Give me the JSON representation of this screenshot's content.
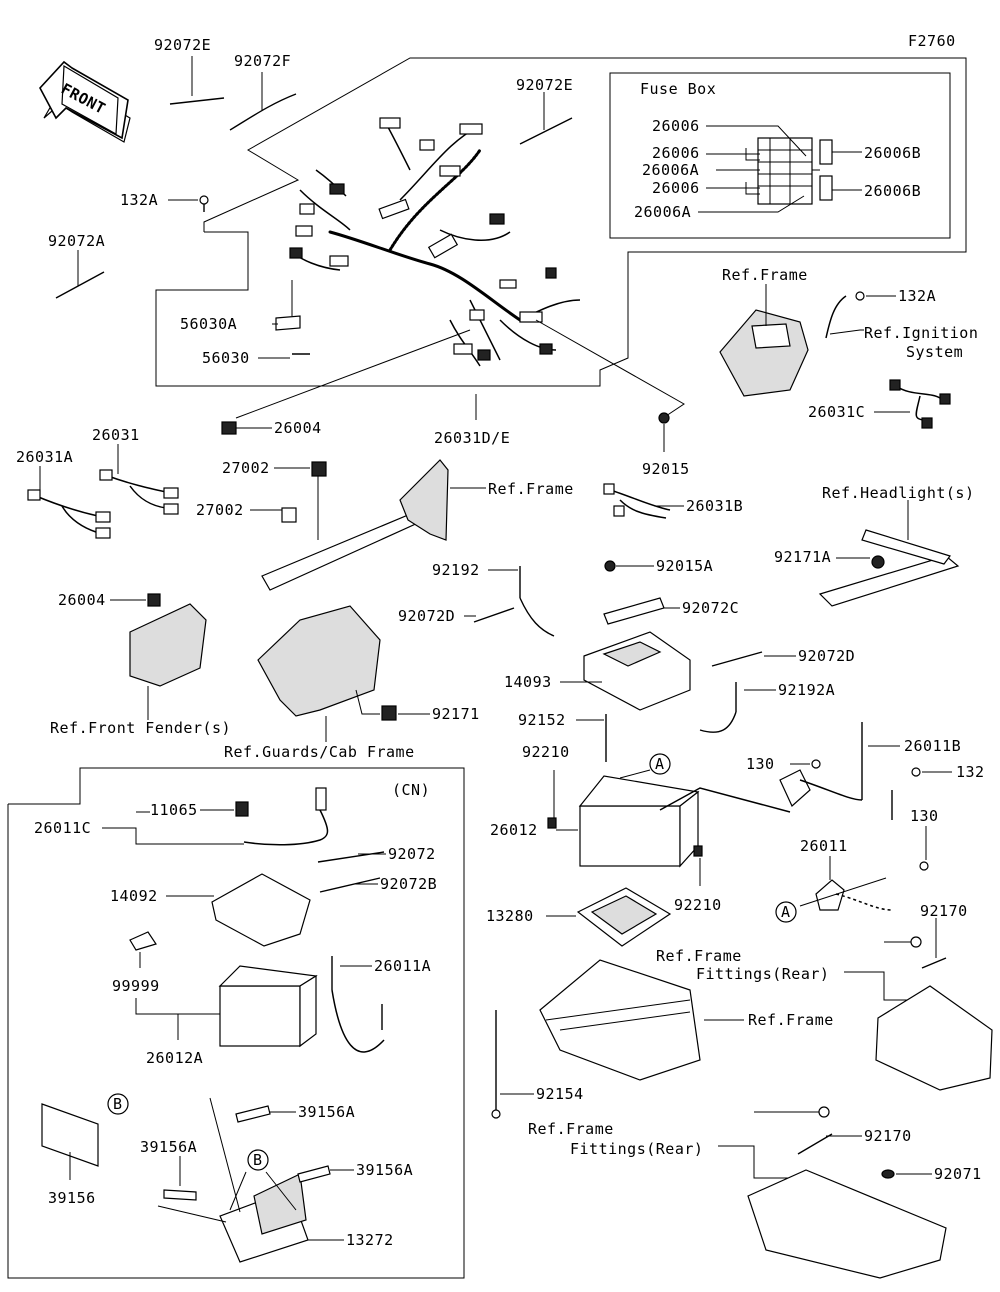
{
  "diagram": {
    "figure_code": "F2760",
    "front_label": "FRONT",
    "fuse_box": {
      "title": "Fuse Box",
      "labels": [
        "26006",
        "26006",
        "26006A",
        "26006",
        "26006A",
        "26006B",
        "26006B"
      ]
    },
    "parts": {
      "p92072E_a": "92072E",
      "p92072F": "92072F",
      "p92072E_b": "92072E",
      "p132A_a": "132A",
      "p92072A": "92072A",
      "p56030A": "56030A",
      "p56030": "56030",
      "p26004_a": "26004",
      "p26031DE": "26031D/E",
      "p92015": "92015",
      "refFrame_a": "Ref.Frame",
      "p132A_b": "132A",
      "refIgnition": "Ref.Ignition",
      "refIgnition2": "System",
      "p26031C": "26031C",
      "p26031": "26031",
      "p26031A": "26031A",
      "p27002_a": "27002",
      "p27002_b": "27002",
      "refFrame_b": "Ref.Frame",
      "p26031B": "26031B",
      "refHeadlight": "Ref.Headlight(s)",
      "p92171A": "92171A",
      "p26004_b": "26004",
      "refFender": "Ref.Front Fender(s)",
      "refGuards": "Ref.Guards/Cab Frame",
      "p92171": "92171",
      "p92192": "92192",
      "p92015A": "92015A",
      "p92072D_a": "92072D",
      "p92072C": "92072C",
      "p92072D_b": "92072D",
      "p14093": "14093",
      "p92192A": "92192A",
      "p92152": "92152",
      "p92210_a": "92210",
      "circleA_a": "A",
      "p130_a": "130",
      "p26011B": "26011B",
      "p132": "132",
      "p26012": "26012",
      "p130_b": "130",
      "p92210_b": "92210",
      "p26011": "26011",
      "circleA_b": "A",
      "p13280": "13280",
      "refFrameFit_a1": "Ref.Frame",
      "refFrameFit_a2": "Fittings(Rear)",
      "p92170_a": "92170",
      "refFrame_c": "Ref.Frame",
      "p92154": "92154",
      "refFrameFit_b1": "Ref.Frame",
      "refFrameFit_b2": "Fittings(Rear)",
      "p92170_b": "92170",
      "p92071": "92071"
    },
    "cn_box": {
      "label": "(CN)",
      "p26011C": "26011C",
      "p11065": "11065",
      "p92072": "92072",
      "p92072B": "92072B",
      "p14092": "14092",
      "p99999": "99999",
      "p26011A": "26011A",
      "p26012A": "26012A",
      "circleB_a": "B",
      "p39156A_a": "39156A",
      "p39156A_b": "39156A",
      "circleB_b": "B",
      "p39156A_c": "39156A",
      "p39156": "39156",
      "p13272": "13272"
    }
  }
}
